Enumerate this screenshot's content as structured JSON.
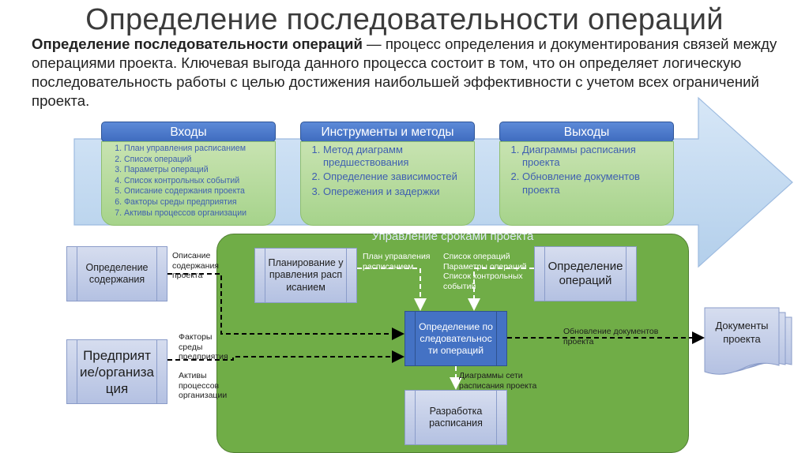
{
  "title": "Определение последовательности операций",
  "intro": {
    "term": "Определение последовательности операций",
    "text": " — процесс определения и документирования связей между операциями проекта. Ключевая выгода данного процесса состоит в том, что он определяет логическую последовательность работы с целью достижения наибольшей эффективности с учетом всех ограничений проекта."
  },
  "inputs": {
    "header": "Входы",
    "items": [
      "План управления расписанием",
      "Список операций",
      "Параметры операций",
      "Список контрольных событий",
      "Описание содержания проекта",
      "Факторы среды предприятия",
      "Активы процессов организации"
    ]
  },
  "tools": {
    "header": "Инструменты и методы",
    "items": [
      "Метод диаграмм предшествования",
      "Определение зависимостей",
      "Опережения и задержки"
    ]
  },
  "outputs": {
    "header": "Выходы",
    "items": [
      "Диаграммы расписания проекта",
      "Обновление документов проекта"
    ]
  },
  "area_title": "Управление сроками проекта",
  "processes": {
    "scope": "Определение содержания",
    "enterprise": "Предприятие/организация",
    "planning": "Планирование управления расписанием",
    "define_activities": "Определение операций",
    "sequence": "Определение последовательности операций",
    "develop": "Разработка расписания",
    "documents": "Документы проекта"
  },
  "flow_labels": {
    "scope_desc": "Описание содержания проекта",
    "env_factors": "Факторы среды предприятия",
    "assets": "Активы процессов организации",
    "schedule_plan": "План управления расписанием",
    "activity_lists": "Список операций Параметры операций Список контрольных событий",
    "network_diagrams": "Диаграммы сети расписания проекта",
    "doc_updates": "Обновление документов проекта"
  },
  "colors": {
    "header_blue": "#4472c4",
    "pane_green": "#a9d18e",
    "area_green": "#70ad47",
    "arrow_blue": "#bdd7ee",
    "process_lilac": "#b4c1e2"
  }
}
